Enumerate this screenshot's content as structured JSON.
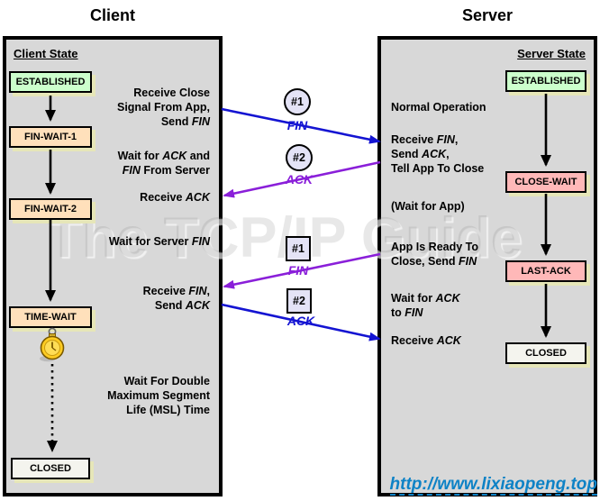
{
  "titles": {
    "client": "Client",
    "server": "Server"
  },
  "client": {
    "heading": "Client State",
    "states": [
      "ESTABLISHED",
      "FIN-WAIT-1",
      "FIN-WAIT-2",
      "TIME-WAIT",
      "CLOSED"
    ],
    "labels": [
      "Receive Close\nSignal From App,\nSend *FIN*",
      "Wait for *ACK* and\n*FIN* From Server",
      "Receive *ACK*",
      "Wait for Server *FIN*",
      "Receive *FIN*,\nSend *ACK*",
      "Wait For Double\nMaximum Segment\nLife (MSL) Time"
    ]
  },
  "server": {
    "heading": "Server State",
    "states": [
      "ESTABLISHED",
      "CLOSE-WAIT",
      "LAST-ACK",
      "CLOSED"
    ],
    "labels": [
      "Normal Operation",
      "Receive *FIN*,\nSend *ACK*,\nTell App To Close",
      "(Wait for App)",
      "App Is Ready To\nClose, Send *FIN*",
      "Wait for *ACK*\nto *FIN*",
      "Receive *ACK*"
    ]
  },
  "messages": [
    {
      "badge": "#1",
      "shape": "circle",
      "label": "FIN",
      "direction": "client-to-server",
      "color": "#1414d2"
    },
    {
      "badge": "#2",
      "shape": "circle",
      "label": "ACK",
      "direction": "server-to-client",
      "color": "#8a1fd9"
    },
    {
      "badge": "#1",
      "shape": "square",
      "label": "FIN",
      "direction": "server-to-client",
      "color": "#8a1fd9"
    },
    {
      "badge": "#2",
      "shape": "square",
      "label": "ACK",
      "direction": "client-to-server",
      "color": "#1414d2"
    }
  ],
  "icons": {
    "timer": "stopwatch-icon"
  },
  "watermark": "The TCP/IP Guide",
  "footer_link": "http://www.lixiaopeng.top",
  "colors": {
    "panel_bg": "#d8d8d8",
    "state_established": "#ccffcc",
    "state_wait_client": "#ffe0bb",
    "state_wait_server": "#ffb8b8",
    "state_closed": "#f4f4ee",
    "box_shadow": "#e6e6b8",
    "arrow_client_to_server": "#1414d2",
    "arrow_server_to_client": "#8a1fd9",
    "link": "#0d82c6"
  }
}
